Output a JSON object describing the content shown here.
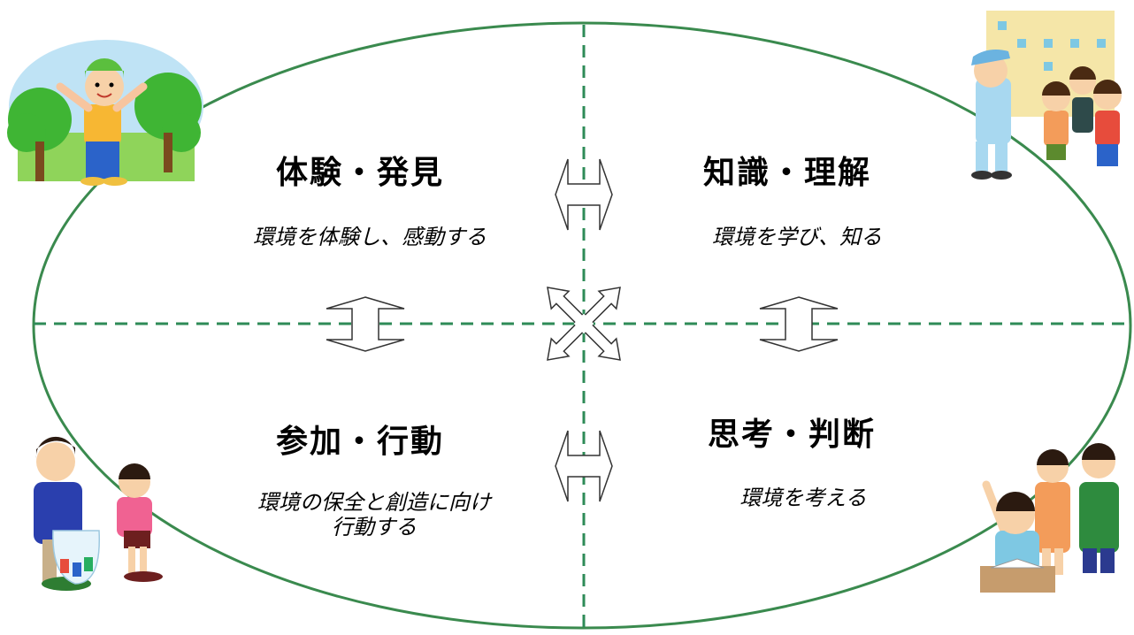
{
  "quadrants": {
    "top_left": {
      "title": "体験・発見",
      "subtitle": "環境を体験し、感動する"
    },
    "top_right": {
      "title": "知識・理解",
      "subtitle": "環境を学び、知る"
    },
    "bottom_left": {
      "title": "参加・行動",
      "subtitle_line1": "環境の保全と創造に向け",
      "subtitle_line2": "行動する"
    },
    "bottom_right": {
      "title": "思考・判断",
      "subtitle": "環境を考える"
    }
  },
  "colors": {
    "ellipse": "#3a8a4e",
    "divider": "#2e8b57",
    "arrow_stroke": "#333333",
    "text": "#000000"
  },
  "illustrations": [
    "child-in-forest-icon",
    "worker-with-children-icon",
    "parent-and-child-recycling-icon",
    "student-raising-hand-with-parents-icon"
  ]
}
